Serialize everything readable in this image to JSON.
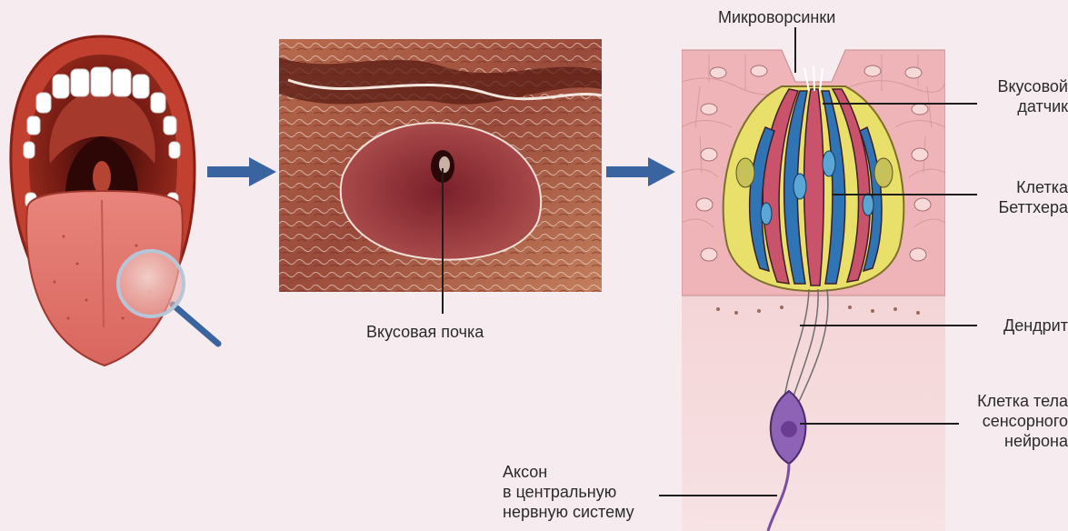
{
  "labels": {
    "microvilli": "Микроворсинки",
    "taste_receptor_line1": "Вкусовой",
    "taste_receptor_line2": "датчик",
    "bettcher_line1": "Клетка",
    "bettcher_line2": "Беттхера",
    "dendrite": "Дендрит",
    "neuron_body_line1": "Клетка тела",
    "neuron_body_line2": "сенсорного",
    "neuron_body_line3": "нейрона",
    "axon_line1": "Аксон",
    "axon_line2": "в центральную",
    "axon_line3": "нервную систему",
    "taste_bud": "Вкусовая почка"
  },
  "colors": {
    "background": "#f6ecef",
    "arrow": "#3a64a0",
    "lips": "#b93a2c",
    "tongue": "#e37f76",
    "epithelium": "#eeb1b4",
    "supporting_cell": "#e8e06a",
    "receptor_cell": "#2f74b5",
    "nerve_cell": "#7b4fa0"
  }
}
